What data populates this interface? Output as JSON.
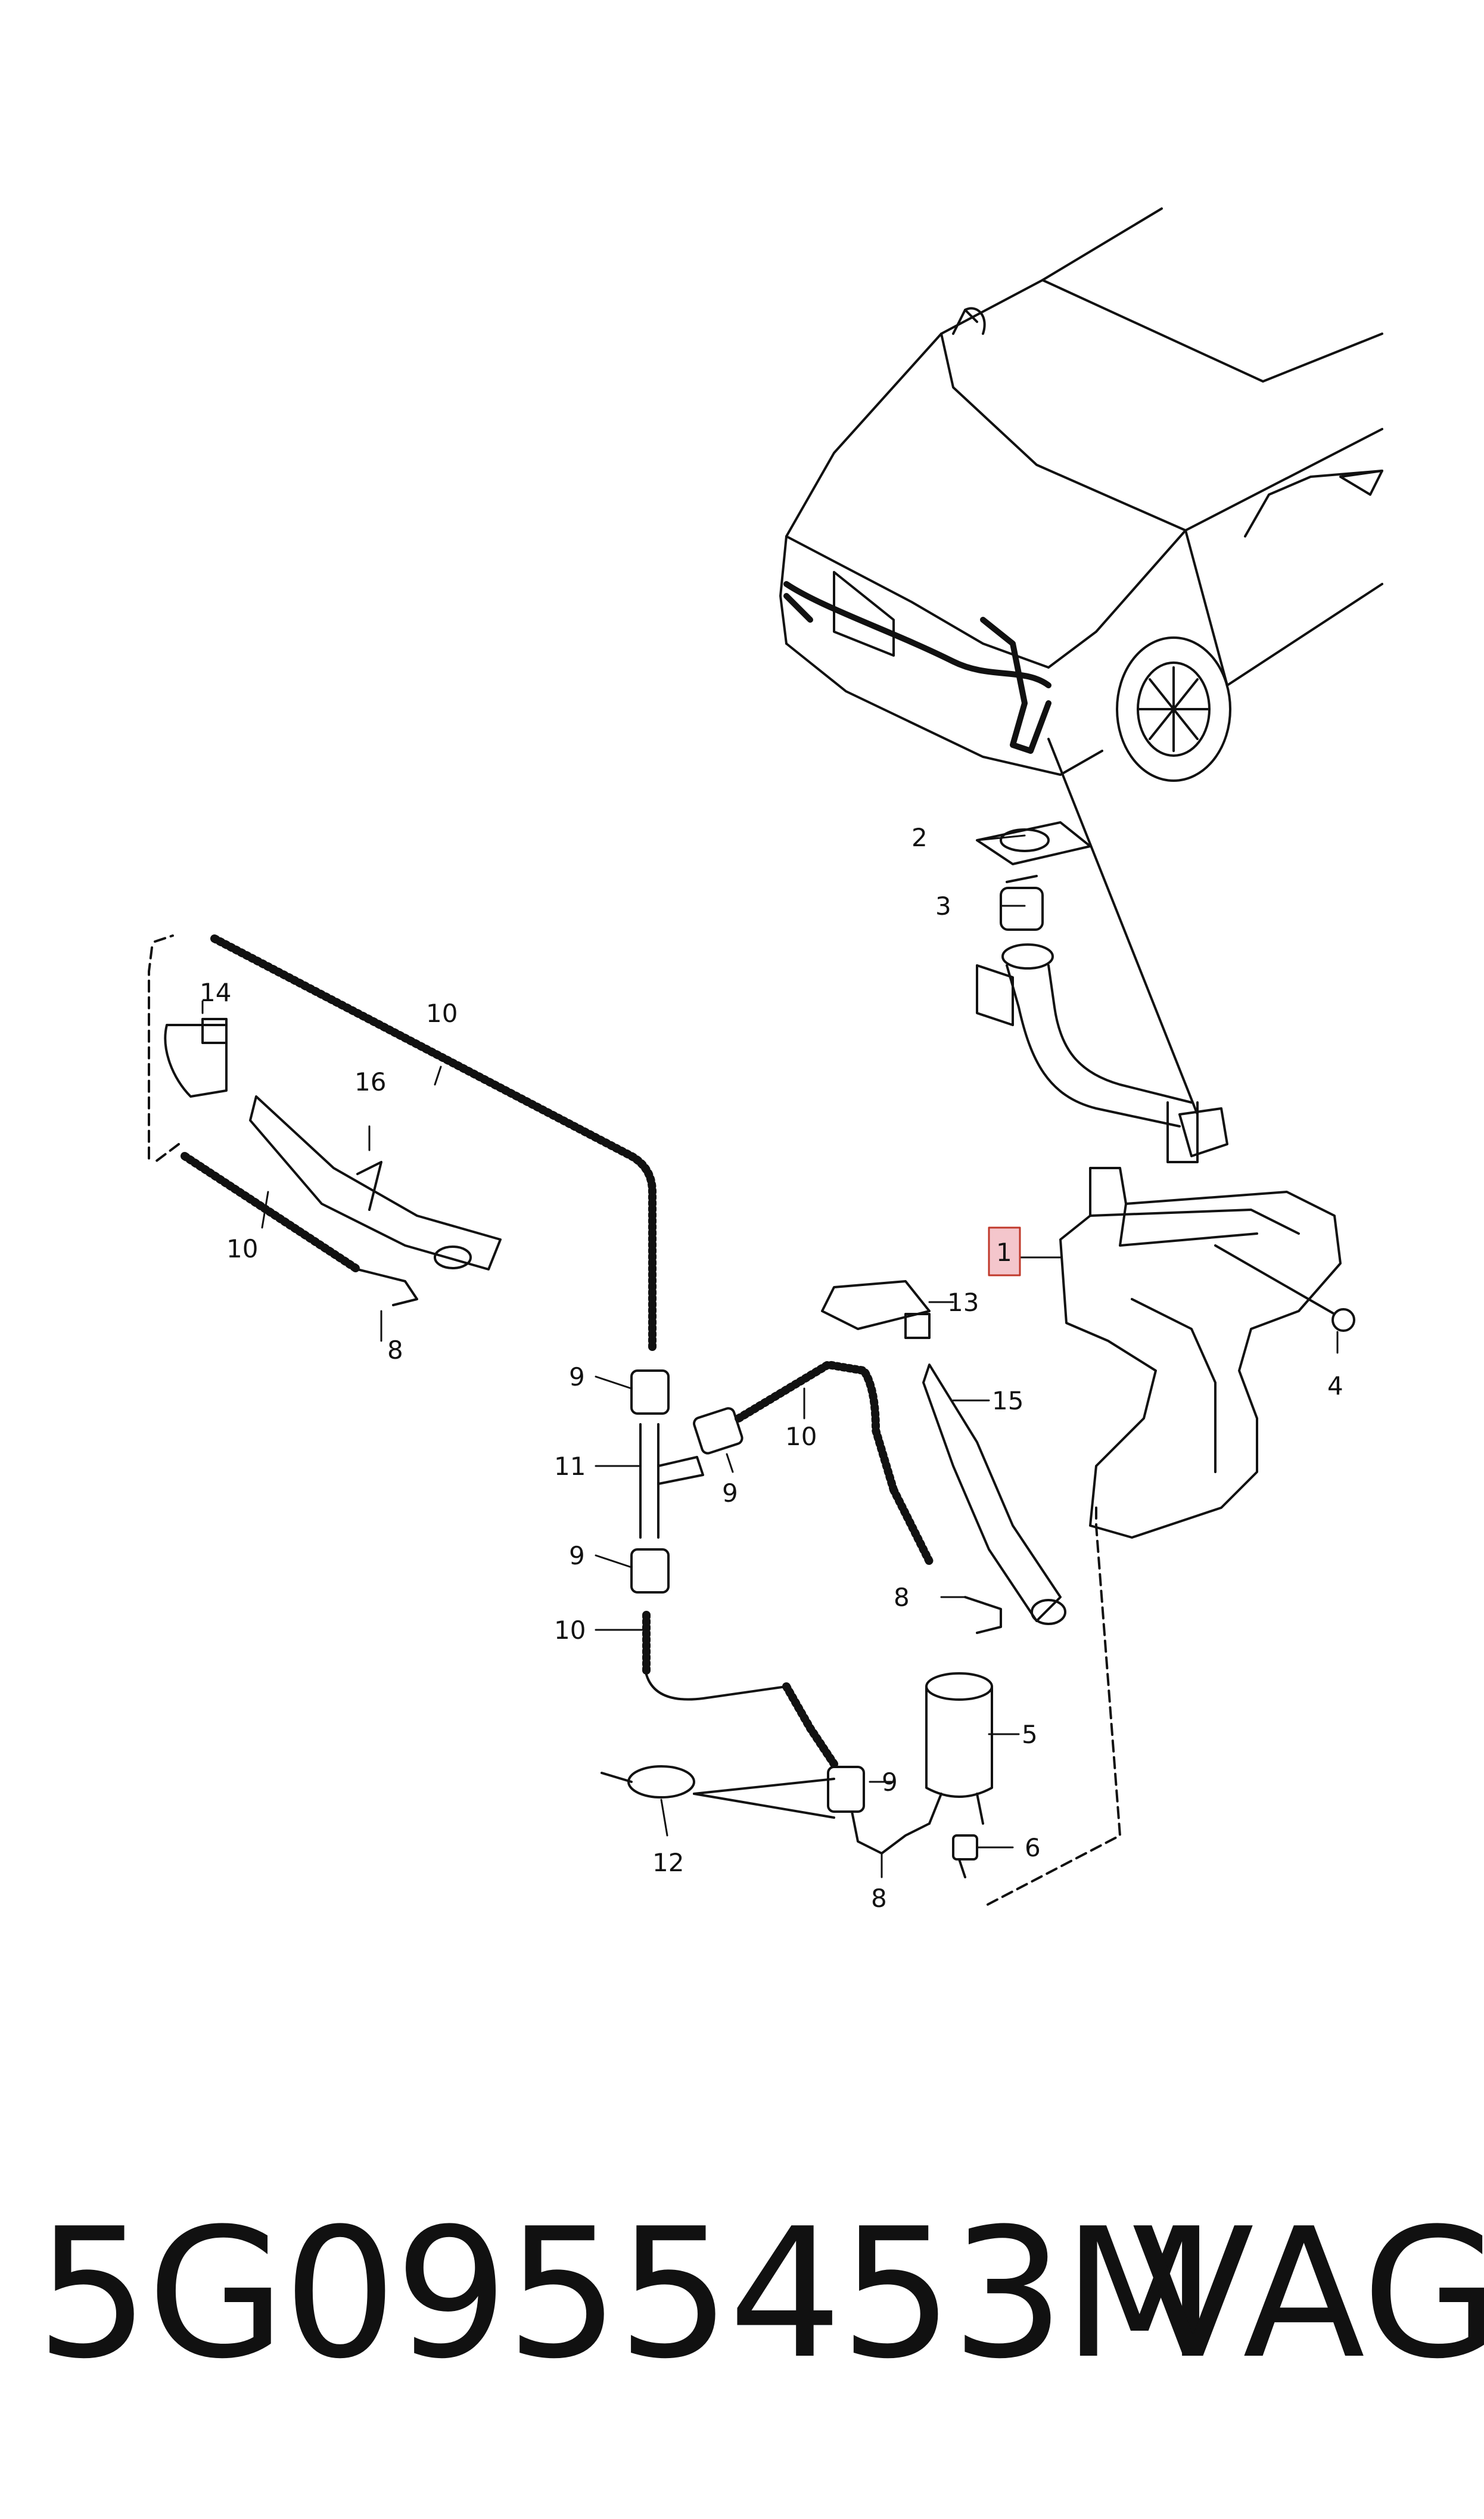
{
  "callouts": {
    "c1": "1",
    "c2": "2",
    "c3": "3",
    "c4": "4",
    "c5": "5",
    "c6": "6",
    "c8a": "8",
    "c8b": "8",
    "c8c": "8",
    "c9a": "9",
    "c9b": "9",
    "c9c": "9",
    "c9d": "9",
    "c10a": "10",
    "c10b": "10",
    "c10c": "10",
    "c10d": "10",
    "c11": "11",
    "c12": "12",
    "c13": "13",
    "c14": "14",
    "c15": "15",
    "c16": "16"
  },
  "highlight_color": "#f4c6cc",
  "footer": {
    "part_number": "5G0955453M",
    "brand": "VAG"
  }
}
